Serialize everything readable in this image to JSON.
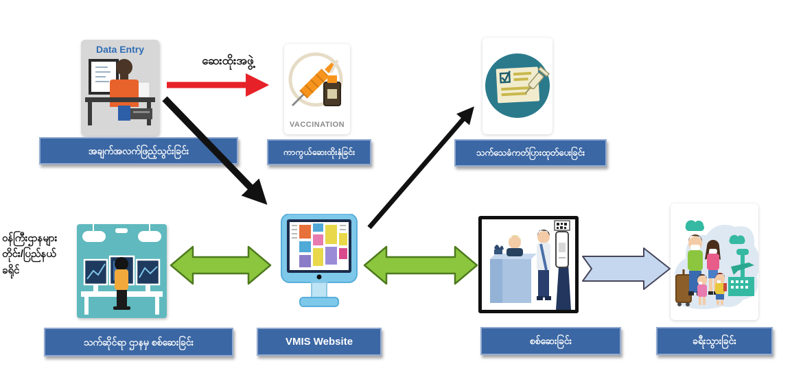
{
  "diagram": {
    "red_arrow_label": "ဆေးထိုးအဖွဲ့",
    "data_entry": {
      "title": "Data Entry",
      "label": "အချက်အလက်ဖြည့်သွင်းခြင်း"
    },
    "vaccination": {
      "title": "VACCINATION",
      "label": "ကာကွယ်ဆေးထိုးနှံခြင်း"
    },
    "certificate": {
      "label": "သက်သေခံကတ်ပြားထုတ်ပေးခြင်း"
    },
    "ministries": {
      "side_text": [
        "ဝန်ကြီးဌာနများ",
        "တိုင်း/ပြည်နယ်",
        "ခရိုင်"
      ],
      "label": "သက်ဆိုင်ရာ ဌာနမှ စစ်ဆေးခြင်း"
    },
    "vmis": {
      "label": "VMIS Website"
    },
    "inspection": {
      "label": "စစ်ဆေးခြင်း"
    },
    "travel": {
      "label": "ခရီးသွားခြင်း"
    },
    "colors": {
      "label_bar_blue": "#3B67A4",
      "label_bar_border": "#93ABD1",
      "red_arrow": "#E62228",
      "green_arrow_fill": "#8CC63E",
      "green_arrow_stroke": "#4E7A1E",
      "striped_arrow_fill": "#C5D7EF",
      "black_arrow": "#111111",
      "teal_circle": "#2A7A8C",
      "control_room_bg": "#5FB9BE",
      "monitor_shell_blue": "#7EC8EA"
    }
  }
}
